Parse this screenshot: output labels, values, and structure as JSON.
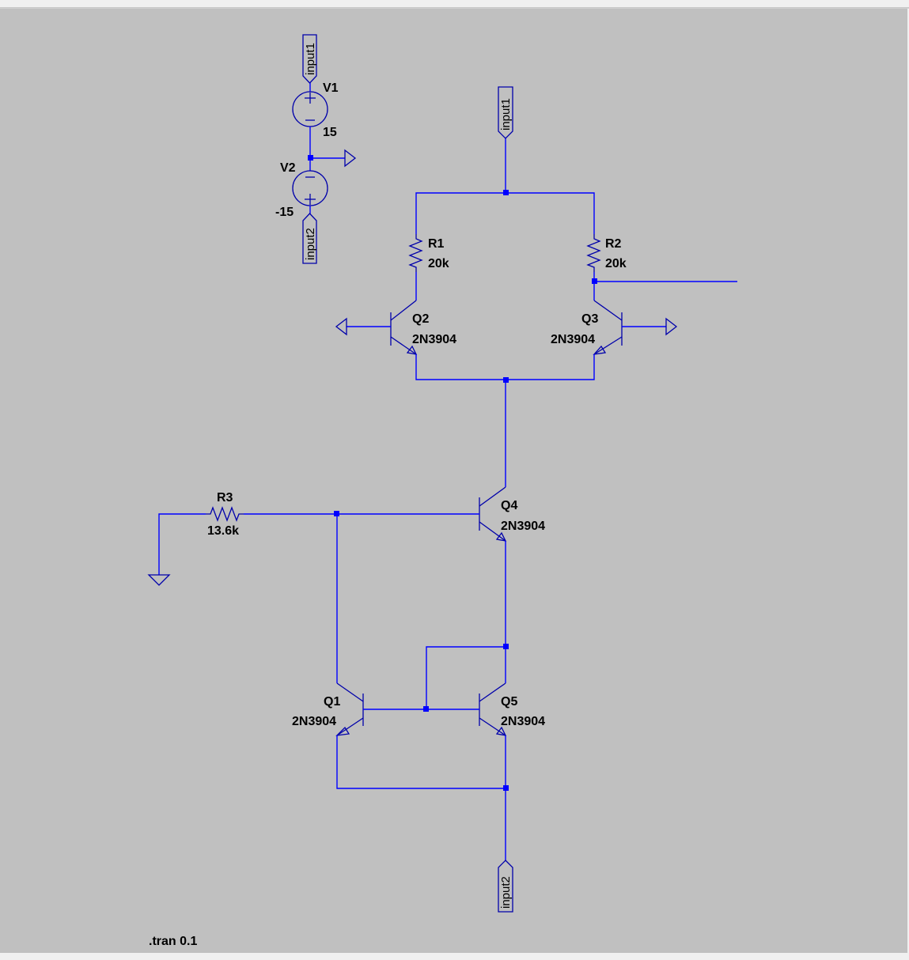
{
  "colors": {
    "background": "#c0c0c0",
    "wire": "#0000ff",
    "symbol": "#0000aa",
    "text": "#000000"
  },
  "sources": {
    "v1": {
      "name": "V1",
      "value": "15"
    },
    "v2": {
      "name": "V2",
      "value": "-15"
    }
  },
  "resistors": {
    "r1": {
      "name": "R1",
      "value": "20k"
    },
    "r2": {
      "name": "R2",
      "value": "20k"
    },
    "r3": {
      "name": "R3",
      "value": "13.6k"
    }
  },
  "transistors": {
    "q1": {
      "name": "Q1",
      "model": "2N3904"
    },
    "q2": {
      "name": "Q2",
      "model": "2N3904"
    },
    "q3": {
      "name": "Q3",
      "model": "2N3904"
    },
    "q4": {
      "name": "Q4",
      "model": "2N3904"
    },
    "q5": {
      "name": "Q5",
      "model": "2N3904"
    }
  },
  "nets": {
    "supply_positive": "input1",
    "supply_negative": "input2"
  },
  "directive": ".tran 0.1"
}
